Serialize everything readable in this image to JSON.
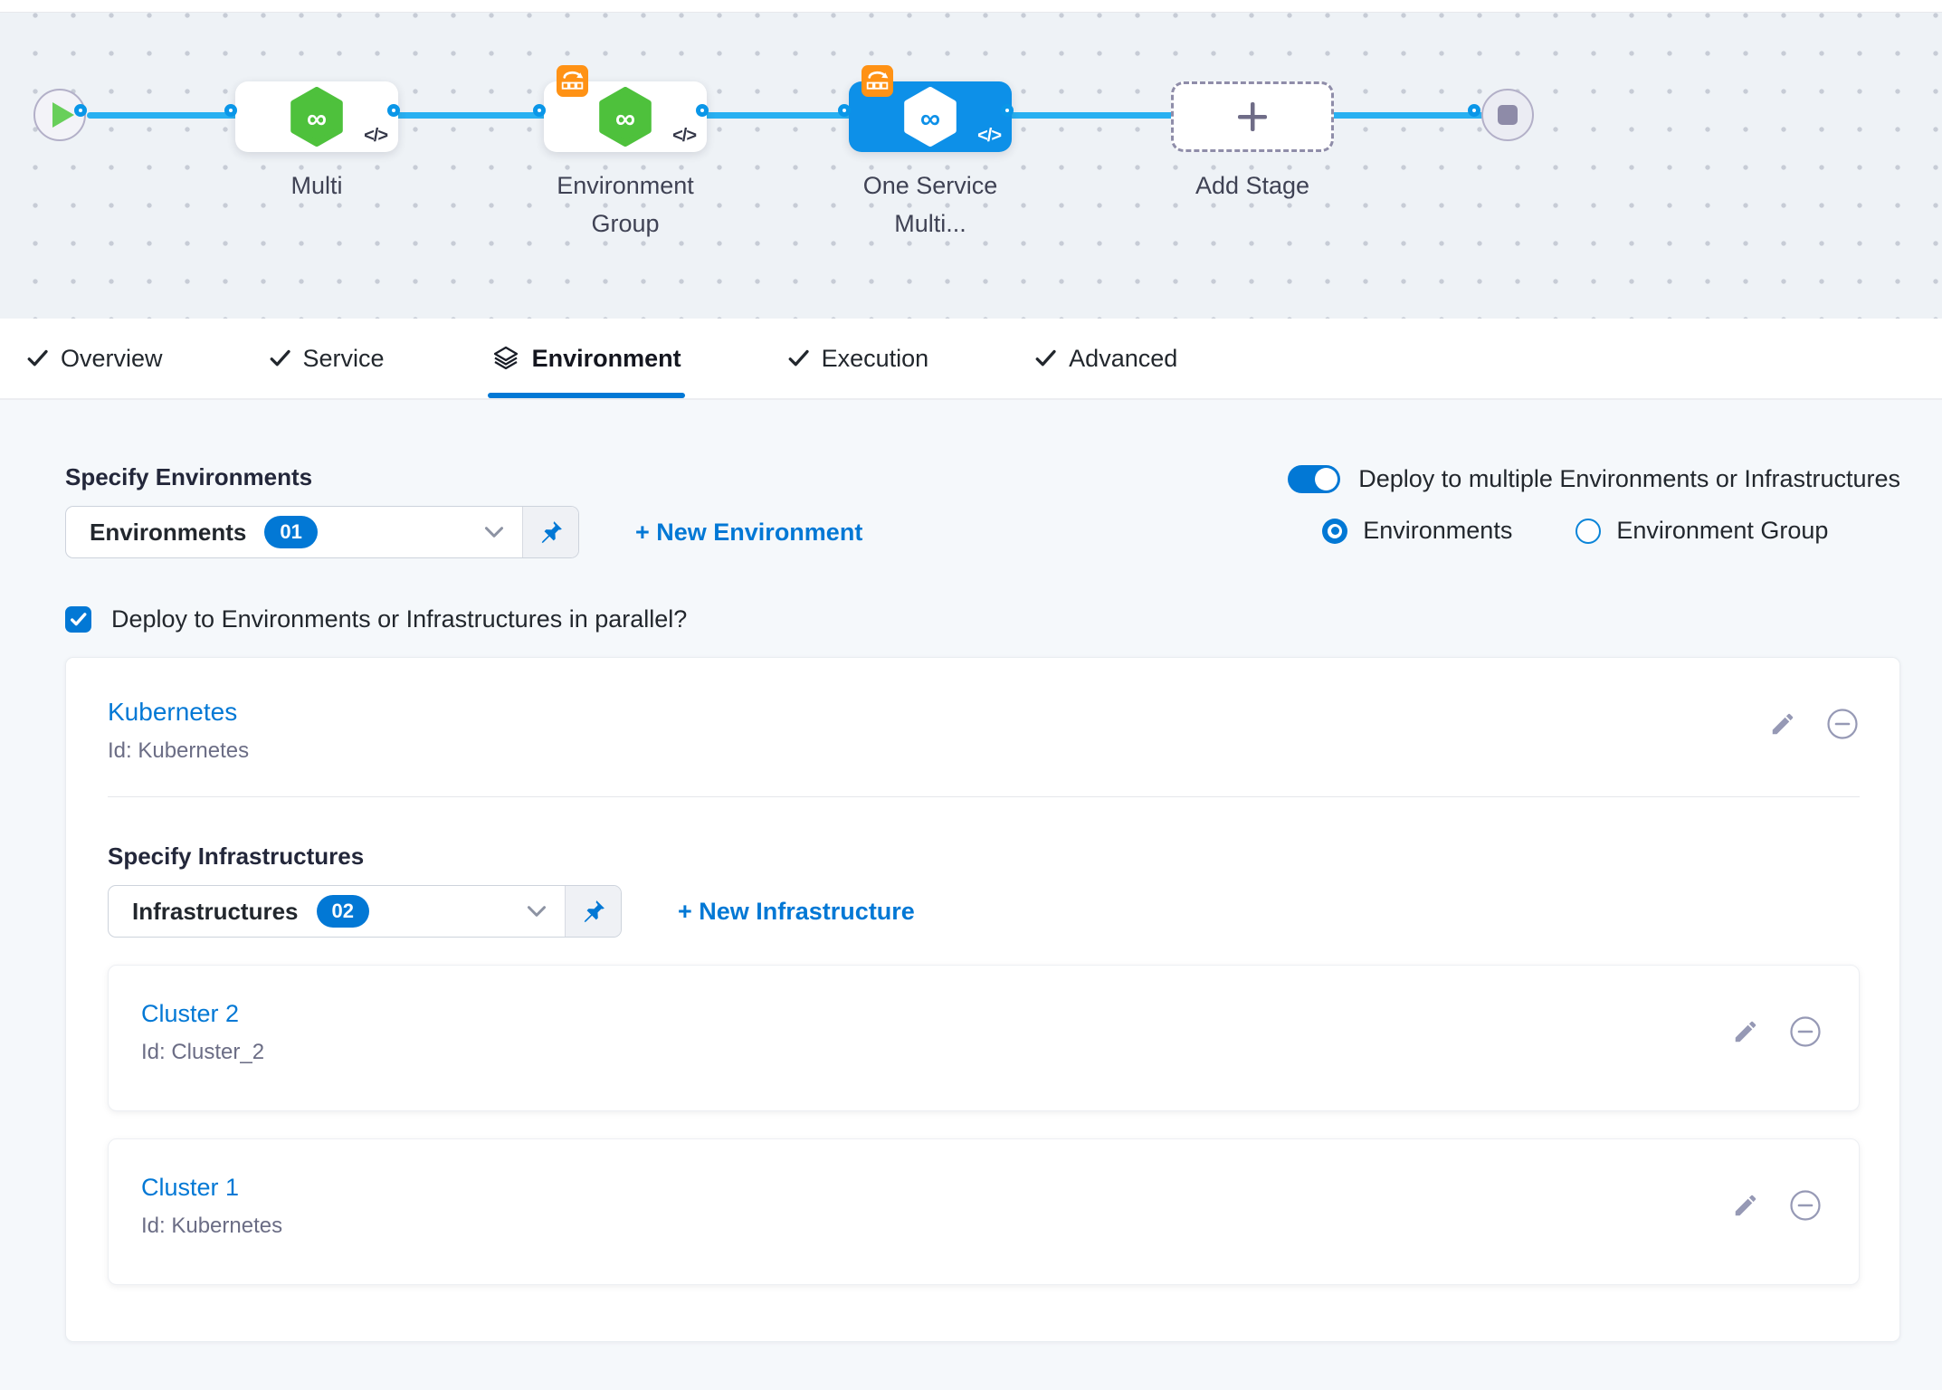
{
  "colors": {
    "accent_blue": "#0278d5",
    "selected_stage_blue": "#0d90e8",
    "connector_blue": "#29b0f1",
    "service_green": "#4ec13c",
    "rolling_badge_orange": "#ff9215",
    "muted_icon_gray": "#9699b5",
    "canvas_bg": "#eef2f6",
    "content_bg": "#f5f8fb",
    "text_dark": "#22272d",
    "text_muted": "#6b6d85"
  },
  "icons": {
    "start": "play-icon",
    "end": "stop-icon",
    "stage_type": "infinity-hexagon-icon",
    "rolling_deploy": "rolling-deploy-badge-icon",
    "code": "code-chevrons-icon",
    "tab_check": "check-icon",
    "environment_tab": "layers-icon",
    "dropdown": "chevron-down-icon",
    "pin": "pushpin-icon",
    "edit": "pencil-icon",
    "remove": "minus-circle-icon",
    "add_stage": "plus-icon"
  },
  "pipeline": {
    "stages": [
      {
        "label": "Multi",
        "code_badge": "</>"
      },
      {
        "label_line1": "Environment",
        "label_line2": "Group",
        "code_badge": "</>"
      },
      {
        "label_line1": "One Service",
        "label_line2": "Multi...",
        "code_badge": "</>",
        "selected": true
      }
    ],
    "add_stage_label": "Add Stage"
  },
  "tabs": {
    "items": [
      {
        "label": "Overview"
      },
      {
        "label": "Service"
      },
      {
        "label": "Environment",
        "active": true
      },
      {
        "label": "Execution"
      },
      {
        "label": "Advanced"
      }
    ]
  },
  "environment": {
    "specify_environments_label": "Specify Environments",
    "environments_dropdown": {
      "value": "Environments",
      "count": "01"
    },
    "new_environment_link": "+ New Environment",
    "multi_deploy_toggle_label": "Deploy to multiple Environments or Infrastructures",
    "toggle_on": true,
    "radio_environments_label": "Environments",
    "radio_environment_group_label": "Environment Group",
    "radio_selected": "Environments",
    "parallel_checkbox_label": "Deploy to Environments or Infrastructures in parallel?",
    "parallel_checked": true,
    "environment_card": {
      "name": "Kubernetes",
      "id": "Id: Kubernetes"
    },
    "specify_infrastructures_label": "Specify Infrastructures",
    "infrastructures_dropdown": {
      "value": "Infrastructures",
      "count": "02"
    },
    "new_infrastructure_link": "+ New Infrastructure",
    "infrastructures": [
      {
        "name": "Cluster 2",
        "id": "Id: Cluster_2"
      },
      {
        "name": "Cluster 1",
        "id": "Id: Kubernetes"
      }
    ]
  }
}
